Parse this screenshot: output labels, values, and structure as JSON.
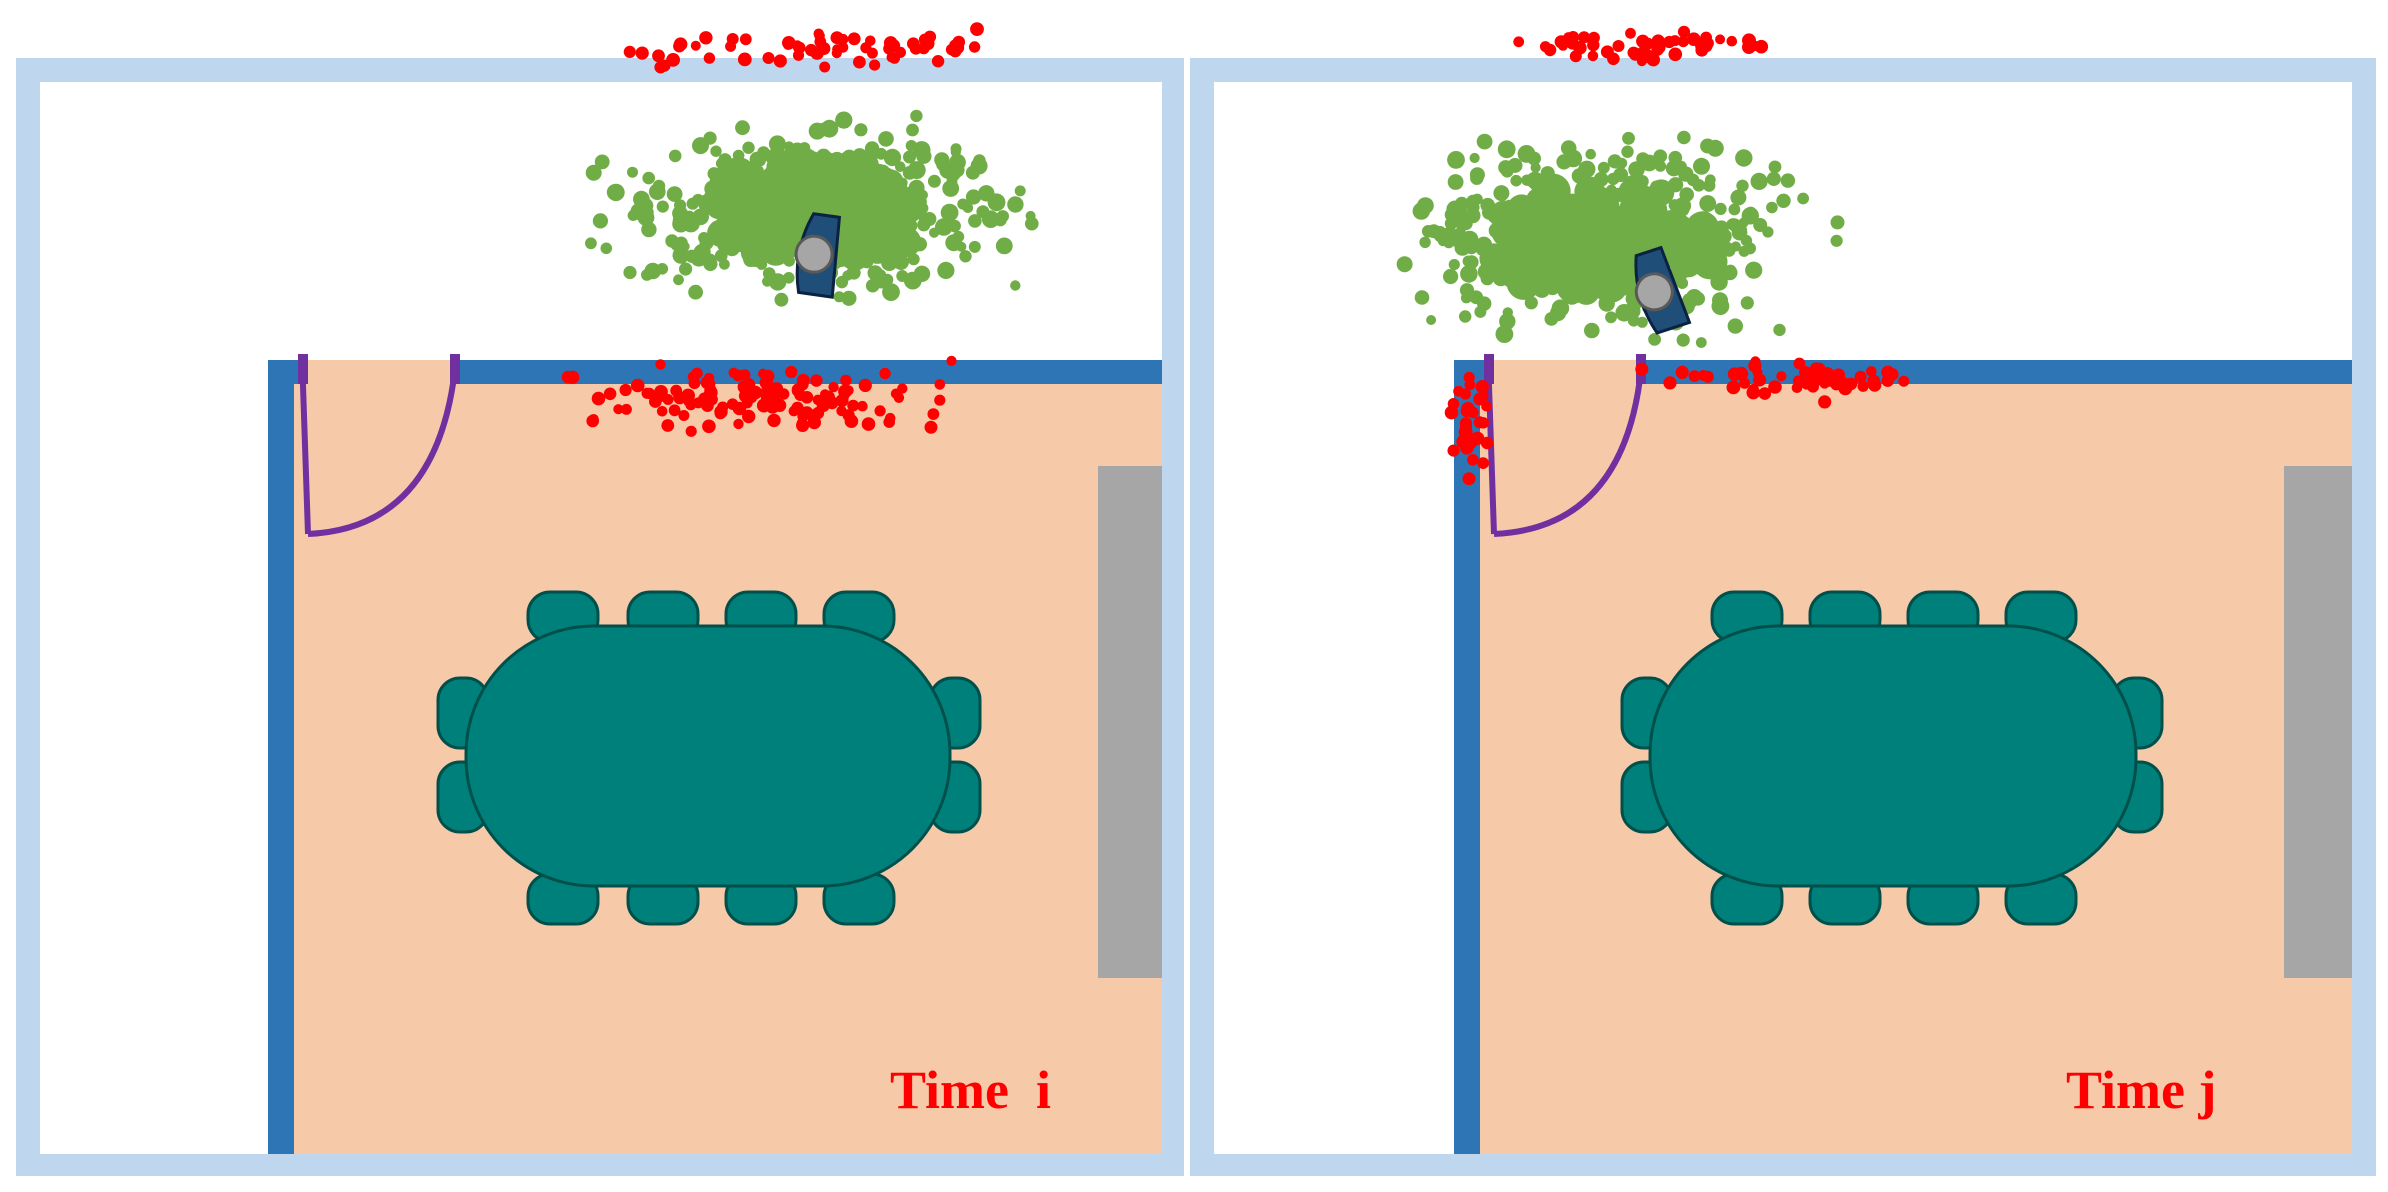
{
  "panels": [
    {
      "id": "left",
      "label": "Time  i"
    },
    {
      "id": "right",
      "label": "Time j"
    }
  ],
  "colors": {
    "outer_frame": "#bfd7ee",
    "inner_wall": "#2e75b6",
    "room_floor": "#f6c9a9",
    "door": "#7030a0",
    "table": "#00807a",
    "table_edge": "#004f4b",
    "screen": "#a6a6a6",
    "robot_body": "#1f4e79",
    "robot_head": "#a6a6a6",
    "particles_good": "#70ad47",
    "particles_bad": "#ff0000",
    "label": "#ff0000"
  },
  "icons": {
    "robot": "robot-icon",
    "door": "door-swing-icon",
    "table": "conference-table-icon",
    "chair": "chair-icon",
    "screen": "wall-screen-icon"
  }
}
